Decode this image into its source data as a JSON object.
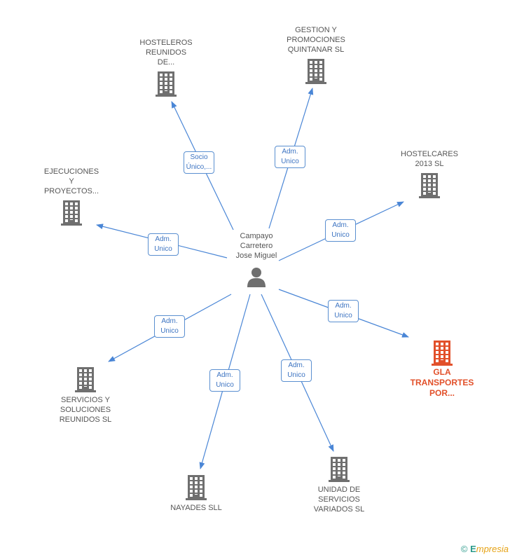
{
  "center": {
    "label": "Campayo\nCarretero\nJose Miguel",
    "icon": "person-icon"
  },
  "nodes": [
    {
      "id": "hosteleros",
      "label": "HOSTELEROS\nREUNIDOS\nDE...",
      "highlight": false
    },
    {
      "id": "gestion",
      "label": "GESTION Y\nPROMOCIONES\nQUINTANAR SL",
      "highlight": false
    },
    {
      "id": "hostelcares",
      "label": "HOSTELCARES\n2013 SL",
      "highlight": false
    },
    {
      "id": "ejecuciones",
      "label": "EJECUCIONES\nY\nPROYECTOS...",
      "highlight": false
    },
    {
      "id": "gla",
      "label": "GLA\nTRANSPORTES\nPOR...",
      "highlight": true
    },
    {
      "id": "servicios",
      "label": "SERVICIOS Y\nSOLUCIONES\nREUNIDOS SL",
      "highlight": false
    },
    {
      "id": "nayades",
      "label": "NAYADES SLL",
      "highlight": false
    },
    {
      "id": "unidad",
      "label": "UNIDAD DE\nSERVICIOS\nVARIADOS SL",
      "highlight": false
    }
  ],
  "edges": [
    {
      "to": "hosteleros",
      "label": "Socio\nÚnico,..."
    },
    {
      "to": "gestion",
      "label": "Adm.\nUnico"
    },
    {
      "to": "hostelcares",
      "label": "Adm.\nUnico"
    },
    {
      "to": "ejecuciones",
      "label": "Adm.\nUnico"
    },
    {
      "to": "gla",
      "label": "Adm.\nUnico"
    },
    {
      "to": "servicios",
      "label": "Adm.\nUnico"
    },
    {
      "to": "nayades",
      "label": "Adm.\nUnico"
    },
    {
      "to": "unidad",
      "label": "Adm.\nUnico"
    }
  ],
  "colors": {
    "edge": "#4a86d6",
    "building": "#6f6f6f",
    "highlight": "#e2502a"
  },
  "footer": {
    "copyright": "©",
    "brand_e": "E",
    "brand": "mpresia"
  }
}
